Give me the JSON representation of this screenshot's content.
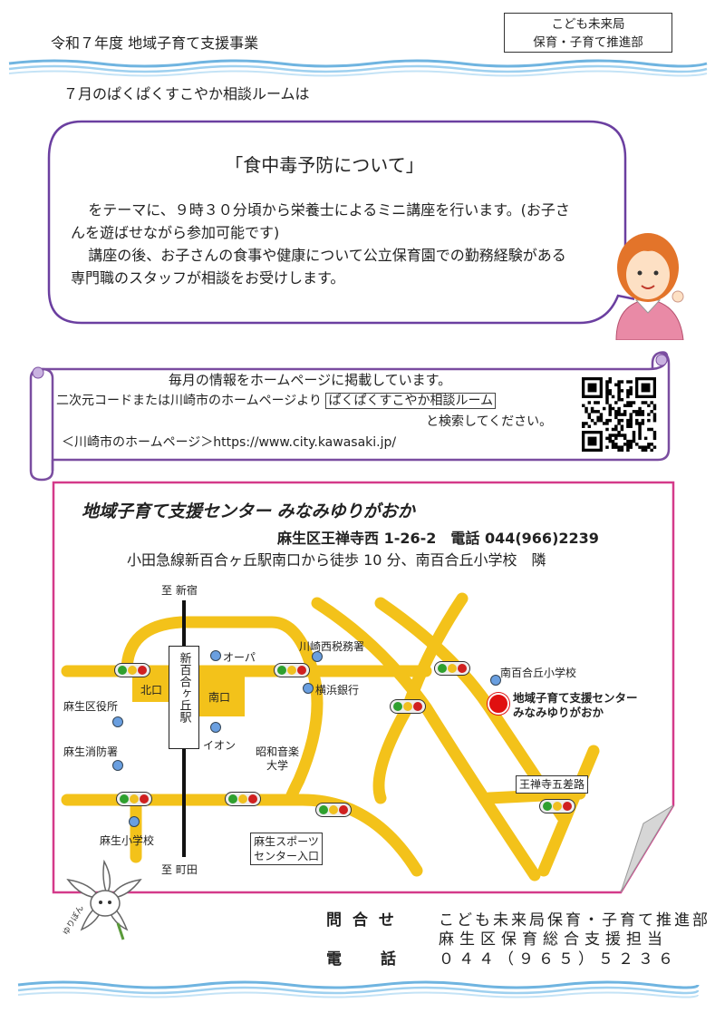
{
  "header": {
    "title": "令和７年度 地域子育て支援事業",
    "dept_line1": "こども未来局",
    "dept_line2": "保育・子育て推進部"
  },
  "intro": "７月のぱくぱくすこやか相談ルームは",
  "bubble": {
    "title": "「食中毒予防について」",
    "para1": "をテーマに、９時３０分頃から栄養士によるミニ講座を行います。(お子さんを遊ばせながら参加可能です)",
    "para2": "講座の後、お子さんの食事や健康について公立保育園での勤務経験がある専門職のスタッフが相談をお受けします。"
  },
  "scroll": {
    "line1": "毎月の情報をホームページに掲載しています。",
    "line2_pre": "二次元コードまたは川崎市のホームページより",
    "keyword": "ぱくぱくすこやか相談ルーム",
    "line3": "と検索してください。",
    "line4": "＜川崎市のホームページ＞https://www.city.kawasaki.jp/"
  },
  "center": {
    "name": "地域子育て支援センター みなみゆりがおか",
    "address": "麻生区王禅寺西 1-26-2　電話 044(966)2239",
    "access": "小田急線新百合ヶ丘駅南口から徒歩 10 分、南百合丘小学校　隣"
  },
  "map": {
    "to_shinjuku": "至 新宿",
    "to_machida": "至 町田",
    "station": "新百合ヶ丘駅",
    "north_exit": "北口",
    "south_exit": "南口",
    "opa": "オーパ",
    "aeon": "イオン",
    "tax_office": "川崎西税務署",
    "yokohama_bank": "横浜銀行",
    "showa_univ_1": "昭和音楽",
    "showa_univ_2": "大学",
    "ward_office": "麻生区役所",
    "fire_station": "麻生消防署",
    "asao_elem": "麻生小学校",
    "sports_1": "麻生スポーツ",
    "sports_2": "センター入口",
    "minami_elem": "南百合丘小学校",
    "center_1": "地域子育て支援センター",
    "center_2": "みなみゆりがおか",
    "gozenji": "王禅寺五差路"
  },
  "mascot": "ゆりぼん",
  "contact": {
    "label1": "問 合 せ",
    "value1": "こども未来局保育・子育て推進部",
    "value2": "麻生区保育総合支援担当",
    "label2": "電　　話",
    "value3": "０４４（９６５）５２３６"
  },
  "colors": {
    "road": "#f3c21a",
    "frame": "#d43a8a",
    "scroll": "#7a4da0",
    "wave": "#6fb4e0",
    "marker": "#e01010"
  }
}
